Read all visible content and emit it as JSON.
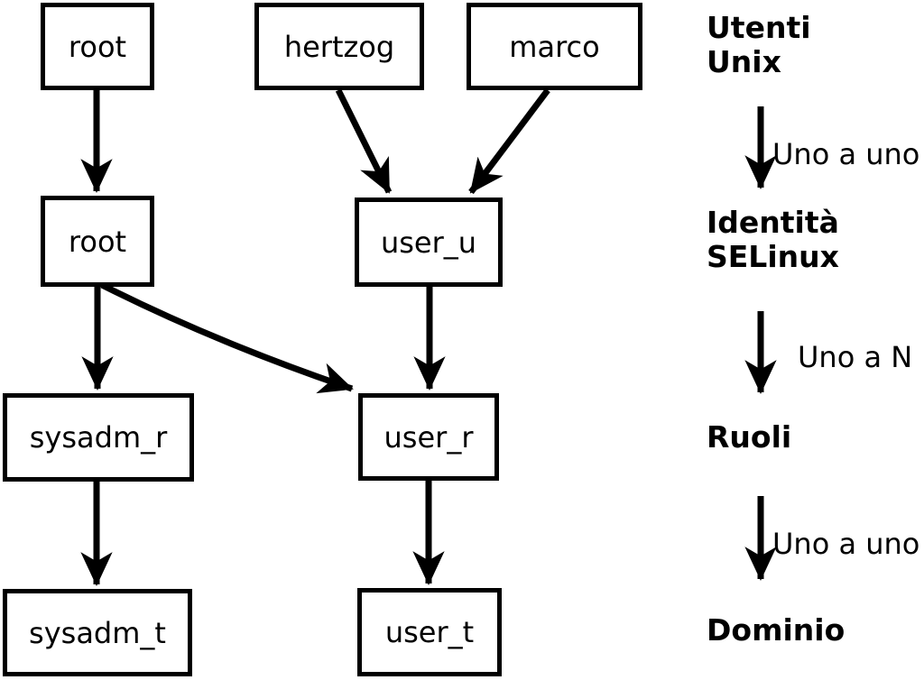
{
  "diagram": {
    "title": "selinux-identity-mapping",
    "nodes": [
      {
        "id": "root-unix",
        "label": "root"
      },
      {
        "id": "hertzog",
        "label": "hertzog"
      },
      {
        "id": "marco",
        "label": "marco"
      },
      {
        "id": "root-selinux",
        "label": "root"
      },
      {
        "id": "user_u",
        "label": "user_u"
      },
      {
        "id": "sysadm_r",
        "label": "sysadm_r"
      },
      {
        "id": "user_r",
        "label": "user_r"
      },
      {
        "id": "sysadm_t",
        "label": "sysadm_t"
      },
      {
        "id": "user_t",
        "label": "user_t"
      }
    ],
    "stages": [
      {
        "label": "Utenti\nUnix"
      },
      {
        "label": "Identità\nSELinux"
      },
      {
        "label": "Ruoli"
      },
      {
        "label": "Dominio"
      }
    ],
    "relations": [
      {
        "label": "Uno a uno"
      },
      {
        "label": "Uno a N"
      },
      {
        "label": "Uno a uno"
      }
    ],
    "colors": {
      "ink": "#000000",
      "background": "#ffffff"
    }
  }
}
